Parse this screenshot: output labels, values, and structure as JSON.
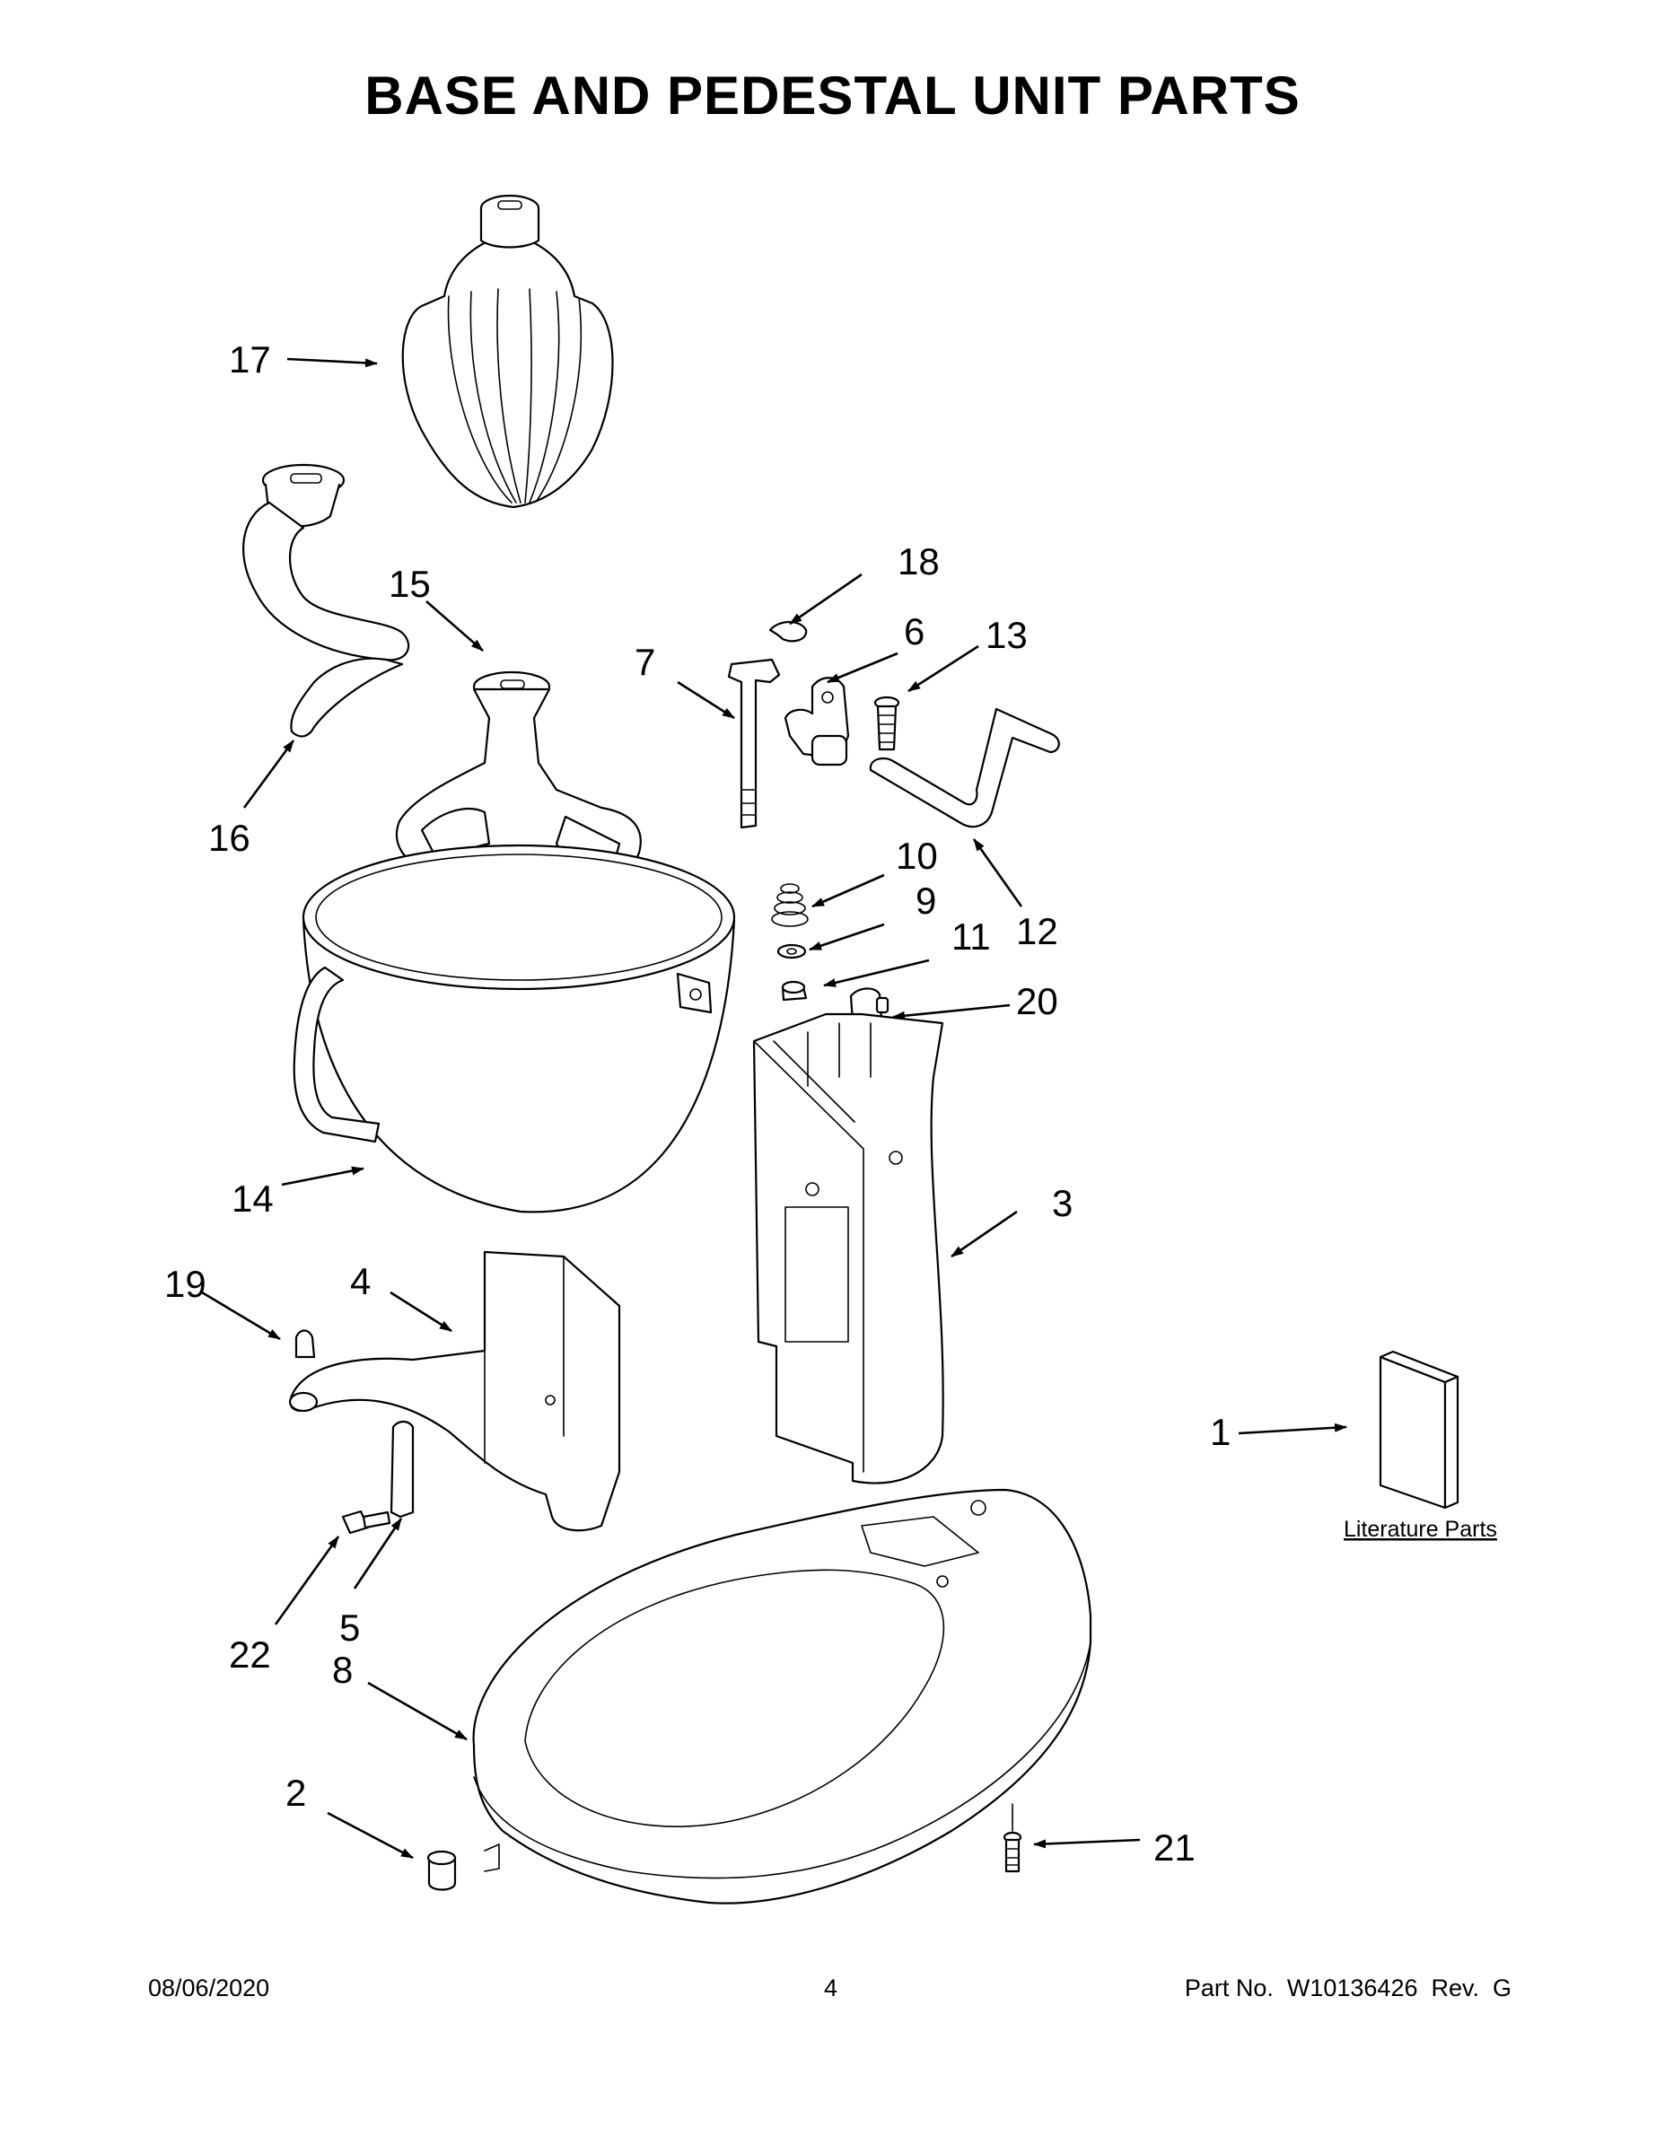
{
  "title": "BASE AND PEDESTAL UNIT PARTS",
  "callouts": [
    "1",
    "2",
    "3",
    "4",
    "5",
    "6",
    "7",
    "8",
    "9",
    "10",
    "11",
    "12",
    "13",
    "14",
    "15",
    "16",
    "17",
    "18",
    "19",
    "20",
    "21",
    "22"
  ],
  "literature_label": "Literature Parts",
  "footer": {
    "date": "08/06/2020",
    "page": "4",
    "part_no": "Part No.  W10136426  Rev.  G"
  }
}
